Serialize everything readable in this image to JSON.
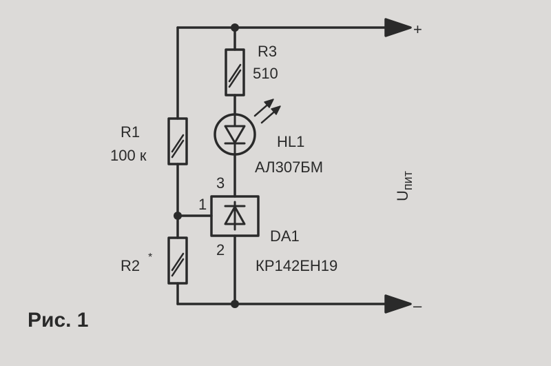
{
  "colors": {
    "background": "#dcdad8",
    "ink": "#2a2a2a"
  },
  "figure": {
    "caption": "Рис. 1"
  },
  "terminals": {
    "plus": "+",
    "minus": "–"
  },
  "supply_label": {
    "main": "U",
    "subscript": "пит"
  },
  "components": {
    "r1": {
      "designator": "R1",
      "value": "100 к"
    },
    "r2": {
      "designator": "R2",
      "mark": "*"
    },
    "r3": {
      "designator": "R3",
      "value": "510"
    },
    "hl1": {
      "designator": "HL1",
      "part": "АЛ307БМ"
    },
    "da1": {
      "designator": "DA1",
      "part": "КР142ЕН19",
      "pin_ref": "1",
      "pin_cathode": "3",
      "pin_anode": "2"
    }
  }
}
